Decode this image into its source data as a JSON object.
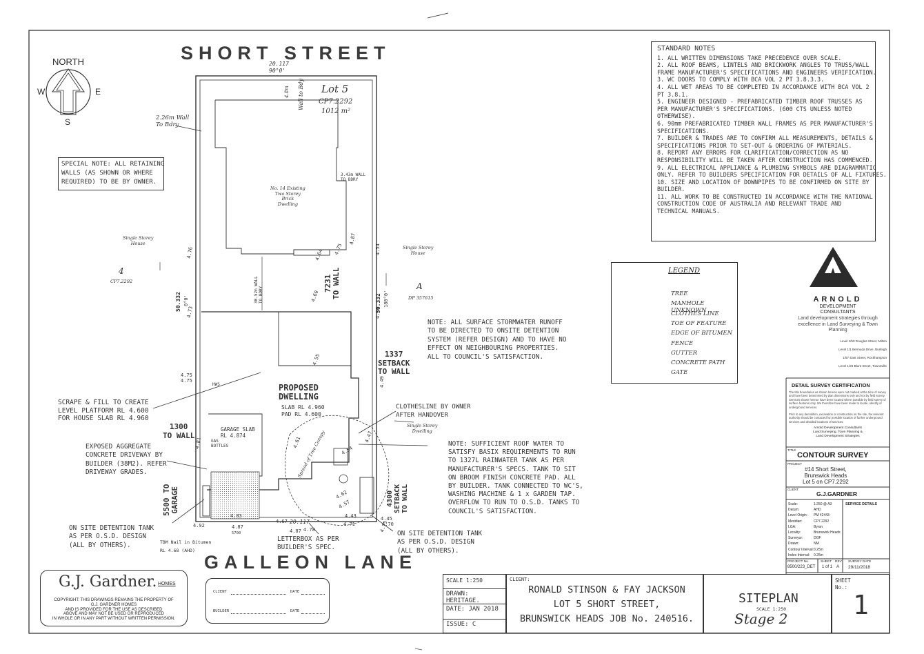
{
  "streets": {
    "top": "SHORT STREET",
    "bottom": "GALLEON LANE"
  },
  "compass": {
    "north": "NORTH",
    "w": "W",
    "e": "E",
    "s": "S"
  },
  "lot": {
    "label": "Lot 5",
    "plan": "CP7.2292",
    "area": "1012 m²"
  },
  "boundary": {
    "top_len": "20.117",
    "top_ang": "90°0'",
    "bottom_len": "20.117",
    "left_len": "50.332",
    "left_ang": "0°0'",
    "right_len": "50.332",
    "right_ang": "180°0'"
  },
  "annotations": {
    "wall_226": "2.26m Wall\nTo Bdry",
    "wall_to_bdy": "Wall to Bdy",
    "dim_48": "4.8m",
    "wall_343": "3.43m WALL\nTO BDRY",
    "existing_dwelling": "No. 14 Existing\nTwo Storey\nBrick\nDwelling",
    "single_left": "Single Storey\nHouse",
    "lot4": "4",
    "lot4_plan": "CP7.2292",
    "single_right": "Single Storey\nHouse",
    "lotA": "A",
    "lotA_plan": "DP 357615",
    "wall_3052": "30.52m WALL\nTO BDRY",
    "dim_7231": "7231\nTO WALL",
    "setback_1337": "1337\nSETBACK\nTO WALL",
    "proposed_title": "PROPOSED\nDWELLING",
    "proposed_slab": "SLAB RL 4.960",
    "proposed_pad": "PAD RL 4.600",
    "garage_slab": "GARAGE SLAB\nRL 4.874",
    "gas": "GAS\nBOTTLES",
    "hws": "HWS",
    "dim_1300": "1300\nTO WALL",
    "dim_5500": "5500 TO\nGARAGE",
    "setback_4300": "4300\nSETBACK\nTO WALL",
    "spread_tree": "Spread of Tree Canopy",
    "single_right2": "Single Storey\nDwelling",
    "tbm": "TBM Nail in Bitumen\nRL 4.68 (AHD)",
    "width_5700": "5700",
    "special_note": "SPECIAL NOTE: ALL RETAINING\nWALLS (AS SHOWN OR WHERE\nREQUIRED) TO BE BY OWNER.",
    "note_storm": "NOTE: ALL SURFACE STORMWATER RUNOFF\nTO BE DIRECTED TO ONSITE DETENTION\nSYSTEM (REFER DESIGN) AND TO HAVE NO\nEFFECT ON NEIGHBOURING PROPERTIES.\nALL TO COUNCIL'S SATISFACTION.",
    "note_scrape": "SCRAPE & FILL TO CREATE\nLEVEL PLATFORM RL 4.600\nFOR HOUSE SLAB RL 4.960",
    "note_clothes": "CLOTHESLINE BY OWNER\nAFTER HANDOVER",
    "note_driveway": "EXPOSED AGGREGATE\nCONCRETE DRIVEWAY BY\nBUILDER (38M2). REFER\nDRIVEWAY GRADES.",
    "note_roof": "NOTE: SUFFICIENT ROOF WATER TO\nSATISFY BASIX REQUIREMENTS TO RUN\nTO 1327L RAINWATER TANK AS PER\nMANUFACTURER'S SPECS. TANK TO SIT\nON BROOM FINISH CONCRETE PAD. ALL\nBY BUILDER. TANK CONNECTED TO WC'S,\nWASHING MACHINE & 1 x GARDEN TAP.\nOVERFLOW TO RUN TO O.S.D. TANKS TO\nCOUNCIL'S SATISFACTION.",
    "note_osd_left": "ON SITE DETENTION TANK\nAS PER O.S.D. DESIGN\n(ALL BY OTHERS).",
    "note_osd_right": "ON SITE DETENTION TANK\nAS PER O.S.D. DESIGN\n(ALL BY OTHERS).",
    "note_letterbox": "LETTERBOX AS PER\nBUILDER'S SPEC."
  },
  "spot_levels": [
    "4.76",
    "4.73",
    "4.75",
    "4.75",
    "4.81",
    "4.60",
    "4.64",
    "4.75",
    "4.87",
    "4.54",
    "4.46",
    "4.49",
    "4.55",
    "4.61",
    "4.54",
    "4.47",
    "4.62",
    "4.57",
    "4.83",
    "4.87",
    "4.67",
    "4.92",
    "4.87",
    "4.78",
    "4.70",
    "4.71",
    "4.43",
    "4.73",
    "4.45"
  ],
  "standard_notes": {
    "title": "STANDARD NOTES",
    "lines": [
      "1. ALL WRITTEN DIMENSIONS TAKE PRECEDENCE OVER SCALE.",
      "2. ALL ROOF BEAMS, LINTELS AND BRICKWORK ANGLES TO TRUSS/WALL",
      "FRAME MANUFACTURER'S SPECIFICATIONS AND ENGINEERS VERIFICATION.",
      "3. WC DOORS TO COMPLY WITH BCA VOL 2 PT 3.8.3.3.",
      "4. ALL WET AREAS TO BE COMPLETED IN ACCORDANCE WITH BCA VOL 2",
      "PT 3.8.1.",
      "5. ENGINEER DESIGNED - PREFABRICATED TIMBER ROOF TRUSSES AS",
      "PER MANUFACTURER'S SPECIFICATIONS. (600 CTS UNLESS NOTED",
      "OTHERWISE).",
      "6. 90mm PREFABRICATED TIMBER WALL FRAMES AS PER MANUFACTURER'S",
      "SPECIFICATIONS.",
      "7. BUILDER & TRADES ARE TO CONFIRM ALL MEASUREMENTS, DETAILS &",
      "SPECIFICATIONS PRIOR TO SET-OUT & ORDERING OF MATERIALS.",
      "8. REPORT ANY ERRORS FOR CLARIFICATION/CORRECTION AS NO",
      "RESPONSIBILITY WILL BE TAKEN AFTER CONSTRUCTION HAS COMMENCED.",
      "9. ALL ELECTRICAL APPLIANCE & PLUMBING SYMBOLS ARE DIAGRAMMATIC",
      "ONLY. REFER TO BUILDERS SPECIFICATION FOR DETAILS OF ALL FIXTURES.",
      "10. SIZE AND LOCATION OF DOWNPIPES TO BE CONFIRMED ON SITE BY",
      "BUILDER.",
      "11. ALL WORK TO BE CONSTRUCTED IN ACCORDANCE WITH THE NATIONAL",
      "CONSTRUCTION CODE OF AUSTRALIA AND RELEVANT TRADE AND",
      "TECHNICAL MANUALS."
    ]
  },
  "legend": {
    "title": "LEGEND",
    "items": [
      "TREE",
      "MANHOLE UNKNOWN",
      "CLOTHES LINE",
      "TOE OF FEATURE",
      "EDGE OF BITUMEN",
      "FENCE",
      "GUTTER",
      "CONCRETE PATH",
      "GATE"
    ]
  },
  "arnold": {
    "name1": "ARNOLD",
    "name2": "DEVELOPMENT\nCONSULTANTS",
    "tagline": "Land development strategies through\nexcellence in Land Surveying & Town\nPlanning",
    "offices": [
      "Level 1/50 Douglas Street, Milton",
      "Level 1/1 Bermuda Drive, Burleigh",
      "1/57 East Street, Rockhampton",
      "Level 1/26 Blunt Street, Townsville"
    ],
    "cert_title": "DETAIL SURVEY CERTIFICATION",
    "cert_text": "The title boundaries as shown hereon were not marked at the time of survey and have been determined by plan dimensions only and not by field survey. Services shown hereon have been located where possible by field survey of surface features only. We therefore have been made to locate, identify or underground services.",
    "cert_text2": "Prior to any demolition, excavation or construction on the site, the relevant authority should be contacted for possible location of further underground services and detailed locations of services.",
    "firm": "Arnold Development Consultants\nLand Surveying, Town Planning &\nLand Development Strategies",
    "title_label": "TITLE",
    "title_value": "CONTOUR SURVEY",
    "project_label": "PROJECT",
    "project_value": "#14 Short Street,\nBrunswick Heads\nLot 5 on CP7.2292",
    "client_label": "CLIENT",
    "client_value": "G.J.GARDNER",
    "details": [
      [
        "Scale:",
        "1:250 @ A3"
      ],
      [
        "Datum:",
        "AHD"
      ],
      [
        "Level Origin:",
        "PM 42443"
      ],
      [
        "Meridian:",
        "CP7.2292"
      ],
      [
        "LGA:",
        "Byron"
      ],
      [
        "Locality:",
        "Brunswick Heads"
      ],
      [
        "Surveyor:",
        "DGF"
      ],
      [
        "Drawn:",
        "NM"
      ],
      [
        "Contour Interval:",
        "0.25m"
      ],
      [
        "Index Interval:",
        "0.25m"
      ]
    ],
    "service_title": "SERVICE DETAILS",
    "project_no_label": "PROJECT No.",
    "project_no": "8500/223_DET",
    "sheet_label": "SHEET",
    "sheet_value": "1 of 1",
    "rev_label": "REV",
    "rev_value": "A",
    "survey_date_label": "SURVEY DATE",
    "survey_date": "29/11/2018"
  },
  "gj": {
    "brand": "G.J. Gardner.",
    "homes": "HOMES",
    "copyright": "COPYRIGHT: THIS DRAWINGS REMAINS THE PROPERTY OF\nG.J. GARDNER HOMES\nAND IS PROVIDED FOR THE USE AS DESCRIBED\nABOVE AND MAY NOT BE USED OR REPRODUCED\nIN WHOLE OR IN ANY PART WITHOUT WRITTEN PERMISSION."
  },
  "signoff": {
    "client": "CLIENT",
    "builder": "BUILDER",
    "date": "DATE"
  },
  "title_block": {
    "scale": "SCALE 1:250",
    "drawn": "DRAWN: HERITAGE.",
    "date": "DATE: JAN 2018",
    "issue": "ISSUE: C",
    "client_label": "CLIENT:",
    "client_lines": [
      "RONALD STINSON & FAY JACKSON",
      "LOT 5 SHORT STREET,",
      "BRUNSWICK HEADS JOB No. 240516."
    ],
    "drawing_title": "SITEPLAN",
    "drawing_scale": "SCALE 1:250",
    "stage": "Stage 2",
    "sheet_label": "SHEET\nNo.:",
    "sheet_no": "1"
  }
}
